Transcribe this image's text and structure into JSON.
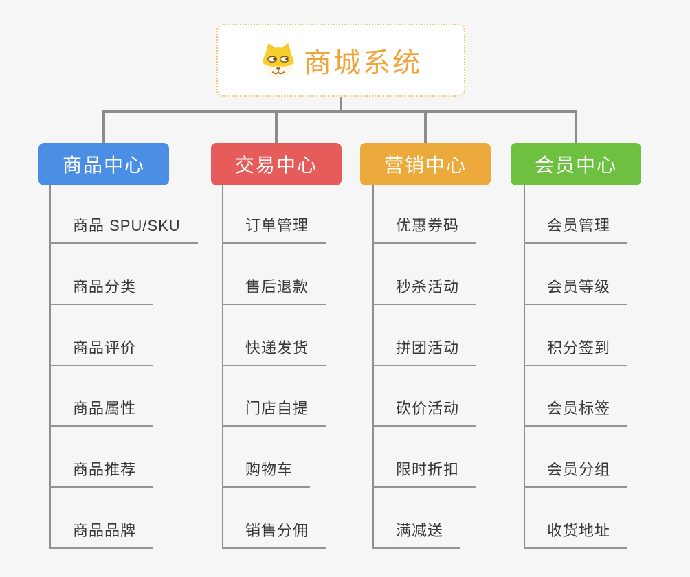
{
  "root": {
    "title": "商城系统",
    "icon": "doge-face-icon",
    "title_color": "#efa53c",
    "border_color": "#f4c36d",
    "background": "#ffffff"
  },
  "canvas_background": "#f6f6f6",
  "connectors": {
    "main_line_color": "#8c8c8c",
    "leaf_line_color": "#949494"
  },
  "branches": [
    {
      "label": "商品中心",
      "color": "#4b8fe5",
      "items": [
        "商品 SPU/SKU",
        "商品分类",
        "商品评价",
        "商品属性",
        "商品推荐",
        "商品品牌"
      ]
    },
    {
      "label": "交易中心",
      "color": "#e65c5a",
      "items": [
        "订单管理",
        "售后退款",
        "快递发货",
        "门店自提",
        "购物车",
        "销售分佣"
      ]
    },
    {
      "label": "营销中心",
      "color": "#ecaa3c",
      "items": [
        "优惠券码",
        "秒杀活动",
        "拼团活动",
        "砍价活动",
        "限时折扣",
        "满减送"
      ]
    },
    {
      "label": "会员中心",
      "color": "#6ec040",
      "items": [
        "会员管理",
        "会员等级",
        "积分签到",
        "会员标签",
        "会员分组",
        "收货地址"
      ]
    }
  ]
}
